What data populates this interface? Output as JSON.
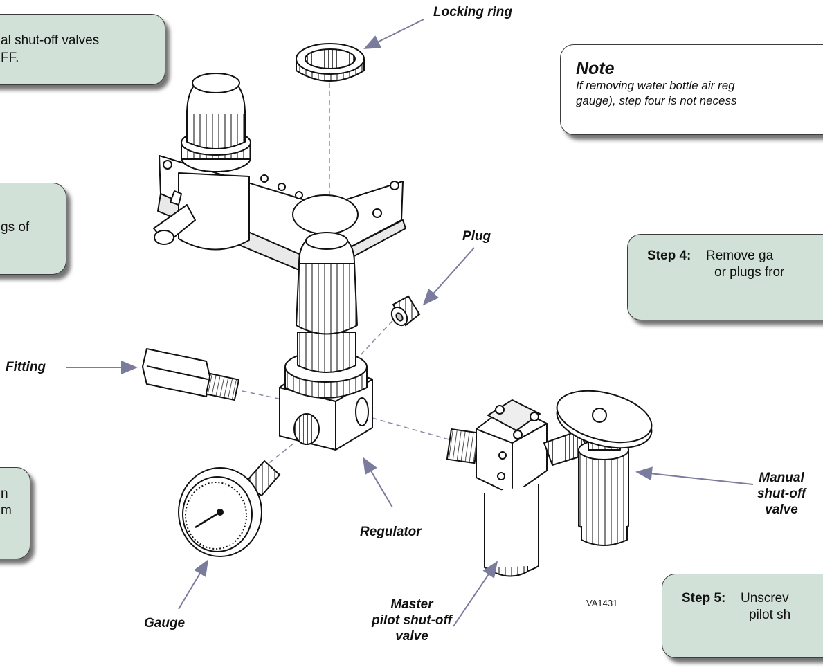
{
  "callouts": {
    "top_left_line1": "al shut-off valves",
    "top_left_line2": "FF.",
    "mid_left_line1": "gs of",
    "bottom_left_line1": "n",
    "bottom_left_line2": "m",
    "step4": {
      "number": "Step 4:",
      "line1": "Remove ga",
      "line2": "or plugs fror"
    },
    "step5": {
      "number": "Step 5:",
      "line1": "Unscrev",
      "line2": "pilot sh"
    }
  },
  "note": {
    "title": "Note",
    "line1": "If removing water bottle air reg",
    "line2": "gauge), step four is not necess"
  },
  "labels": {
    "locking_ring": "Locking ring",
    "plug": "Plug",
    "fitting": "Fitting",
    "regulator": "Regulator",
    "gauge": "Gauge",
    "master_line1": "Master",
    "master_line2": "pilot shut-off",
    "master_line3": "valve",
    "manual_line1": "Manual",
    "manual_line2": "shut-off",
    "manual_line3": "valve"
  },
  "figure_code": "VA1431",
  "colors": {
    "callout_fill": "#d2e1d7",
    "arrow": "#7b7b9d",
    "dashed_line": "#8a8aa8"
  }
}
